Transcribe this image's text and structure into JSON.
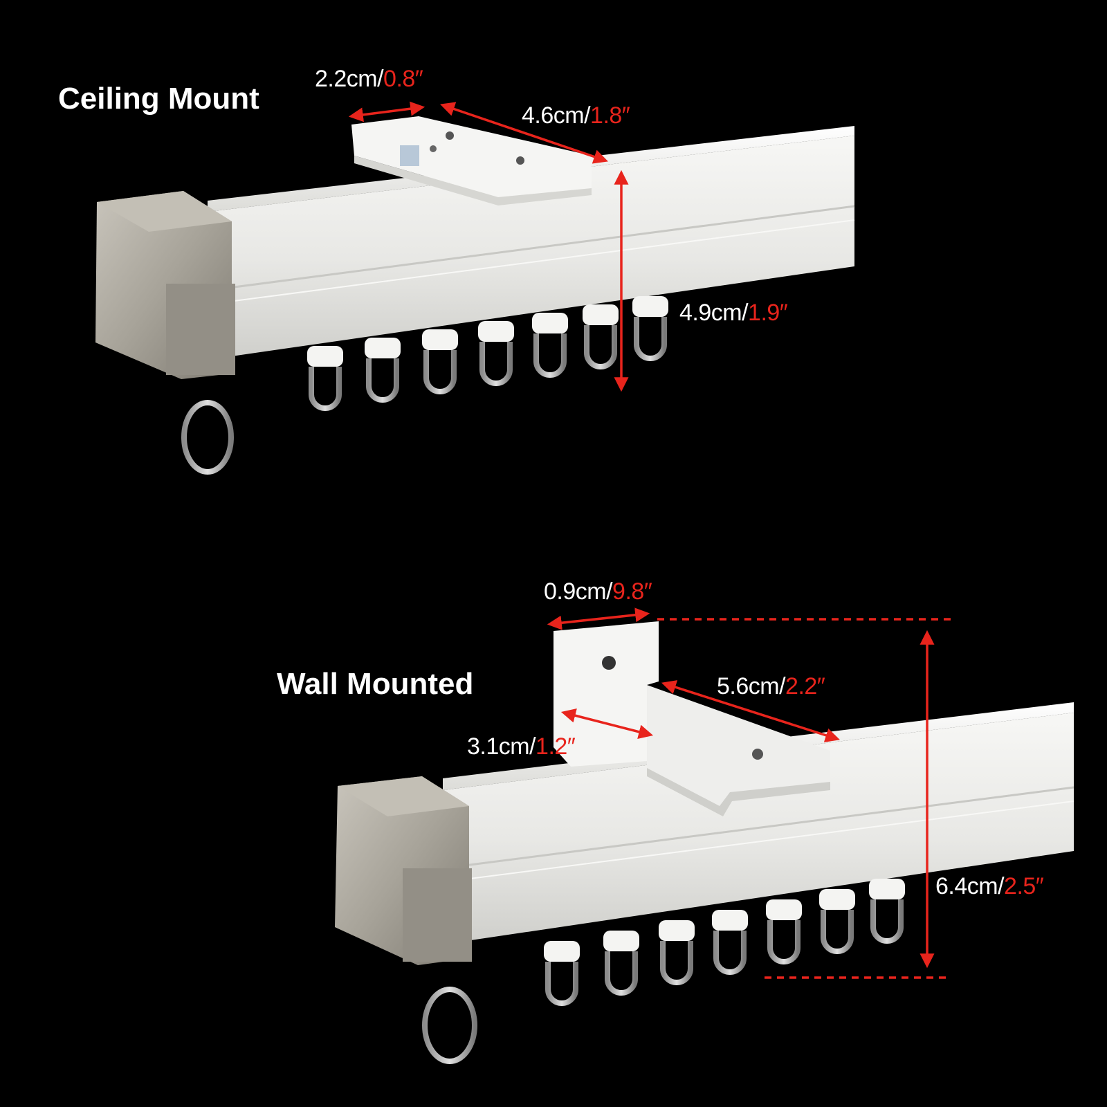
{
  "colors": {
    "background": "#000000",
    "rail": "#eeeeec",
    "rail_shadow": "#c9c9c6",
    "end_cap": "#a8a49b",
    "bracket": "#f2f2f0",
    "hook_metal": "#b5b5b5",
    "runner": "#f4f4f2",
    "dimension_arrow": "#e8241c",
    "metric_text": "#ffffff",
    "imperial_text": "#e8241c"
  },
  "sections": [
    {
      "title": "Ceiling Mount",
      "dimensions": [
        {
          "metric": "2.2cm/",
          "imperial": "0.8″"
        },
        {
          "metric": "4.6cm/",
          "imperial": "1.8″"
        },
        {
          "metric": "4.9cm/",
          "imperial": "1.9″"
        }
      ]
    },
    {
      "title": "Wall Mounted",
      "dimensions": [
        {
          "metric": "0.9cm/",
          "imperial": "9.8″"
        },
        {
          "metric": "5.6cm/",
          "imperial": "2.2″"
        },
        {
          "metric": "3.1cm/",
          "imperial": "1.2″"
        },
        {
          "metric": "6.4cm/",
          "imperial": "2.5″"
        }
      ]
    }
  ]
}
